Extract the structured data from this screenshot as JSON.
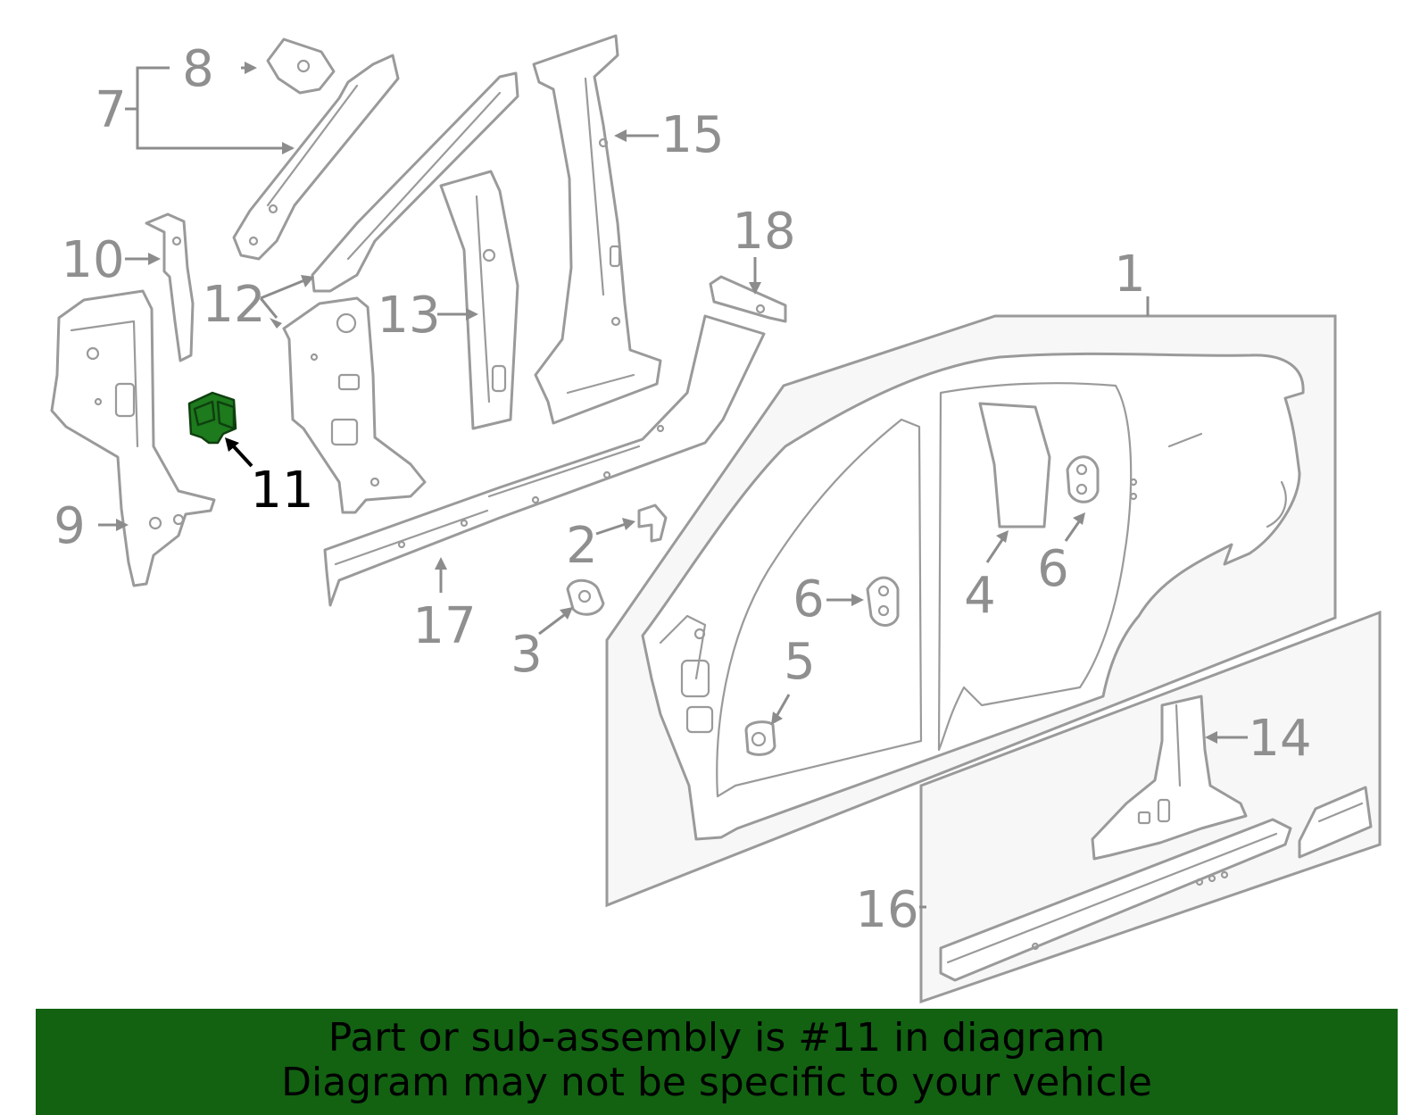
{
  "diagram": {
    "highlight_color": "#1d7a1d",
    "line_color": "#9a9a9a",
    "highlighted_callout": "11",
    "callouts": [
      {
        "id": "c1",
        "label": "1"
      },
      {
        "id": "c2",
        "label": "2"
      },
      {
        "id": "c3",
        "label": "3"
      },
      {
        "id": "c4",
        "label": "4"
      },
      {
        "id": "c5",
        "label": "5"
      },
      {
        "id": "c6a",
        "label": "6"
      },
      {
        "id": "c6b",
        "label": "6"
      },
      {
        "id": "c7",
        "label": "7"
      },
      {
        "id": "c8",
        "label": "8"
      },
      {
        "id": "c9",
        "label": "9"
      },
      {
        "id": "c10",
        "label": "10"
      },
      {
        "id": "c11",
        "label": "11"
      },
      {
        "id": "c12",
        "label": "12"
      },
      {
        "id": "c13",
        "label": "13"
      },
      {
        "id": "c14",
        "label": "14"
      },
      {
        "id": "c15",
        "label": "15"
      },
      {
        "id": "c16",
        "label": "16"
      },
      {
        "id": "c17",
        "label": "17"
      },
      {
        "id": "c18",
        "label": "18"
      }
    ]
  },
  "banner": {
    "line1": "Part or sub-assembly is #11 in diagram",
    "line2": "Diagram may not be specific to your vehicle",
    "background": "#126212"
  }
}
